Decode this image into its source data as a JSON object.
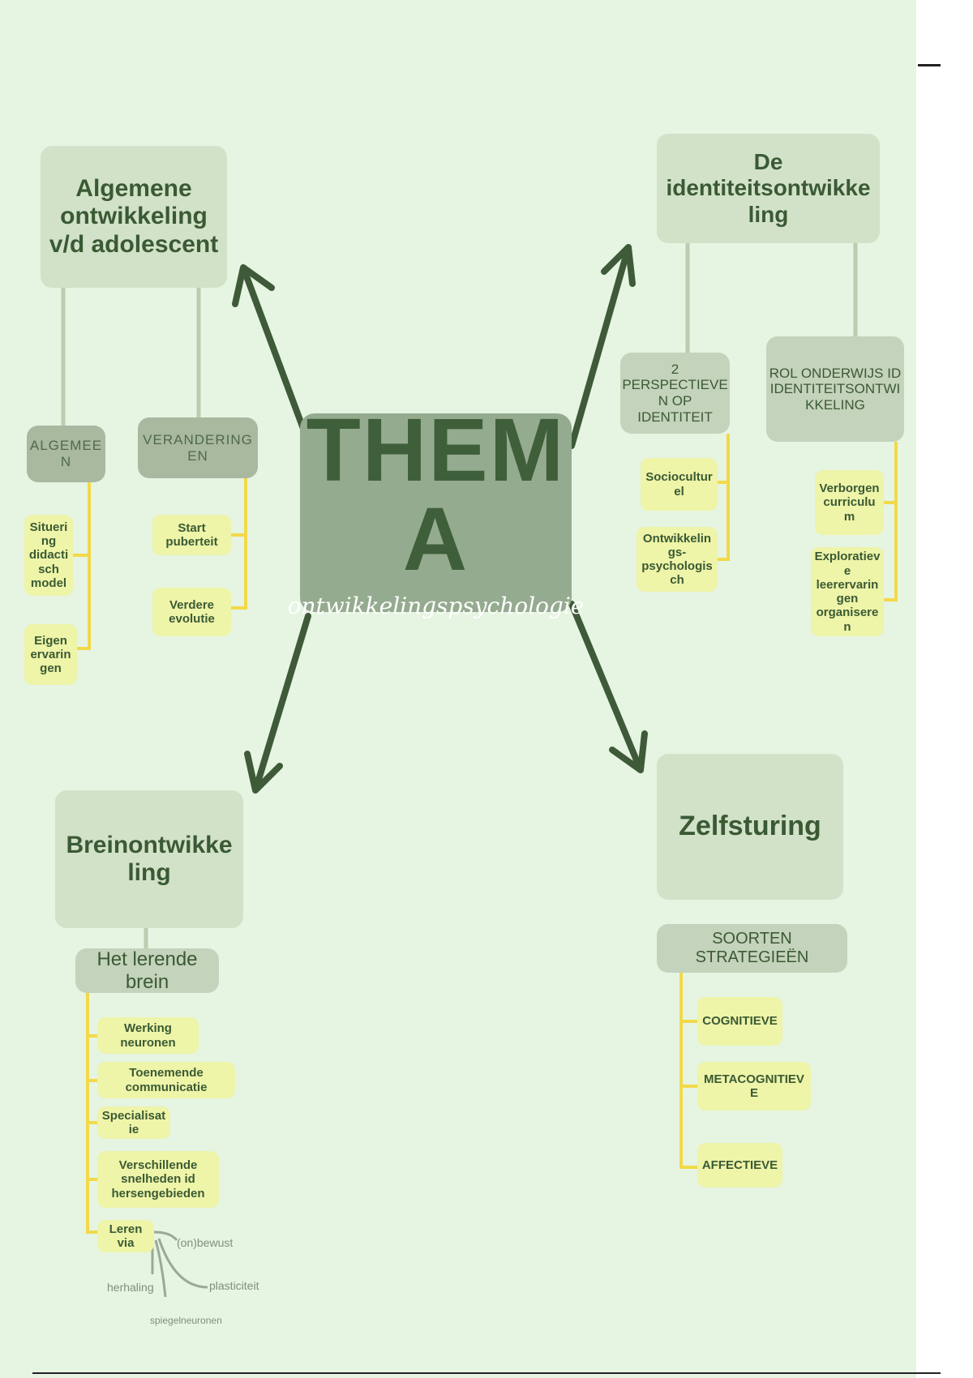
{
  "center": {
    "title": "THEMA",
    "subtitle": "ontwikkelingspsychologie"
  },
  "top_left": {
    "title": "Algemene ontwikkeling v/d adolescent",
    "groups": [
      {
        "label": "ALGEMEEN",
        "items": [
          "Situering didactisch model",
          "Eigen ervaringen"
        ]
      },
      {
        "label": "VERANDERINGEN",
        "items": [
          "Start puberteit",
          "Verdere evolutie"
        ]
      }
    ]
  },
  "top_right": {
    "title": "De identiteitsontwikkeling",
    "groups": [
      {
        "label": "2 PERSPECTIEVEN OP IDENTITEIT",
        "items": [
          "Socioculturel",
          "Ontwikkelings-psychologisch"
        ]
      },
      {
        "label": "ROL ONDERWIJS ID IDENTITEITSONTWIKKELING",
        "items": [
          "Verborgen curriculum",
          "Exploratieve leerervaringen organiseren"
        ]
      }
    ]
  },
  "bottom_left": {
    "title": "Breinontwikkeling",
    "sub": "Het lerende brein",
    "items": [
      "Werking neuronen",
      "Toenemende communicatie",
      "Specialisatie",
      "Verschillende snelheden id hersengebieden",
      "Leren via"
    ],
    "leren_via": [
      "(on)bewust",
      "herhaling",
      "plasticiteit",
      "spiegelneuronen"
    ]
  },
  "bottom_right": {
    "title": "Zelfsturing",
    "sub": "SOORTEN STRATEGIEËN",
    "items": [
      "COGNITIEVE",
      "METACOGNITIEVE",
      "AFFECTIEVE"
    ]
  },
  "colors": {
    "background": "#e6f4e2",
    "dark": "#3a5a34",
    "connector": "#f2d94a"
  }
}
